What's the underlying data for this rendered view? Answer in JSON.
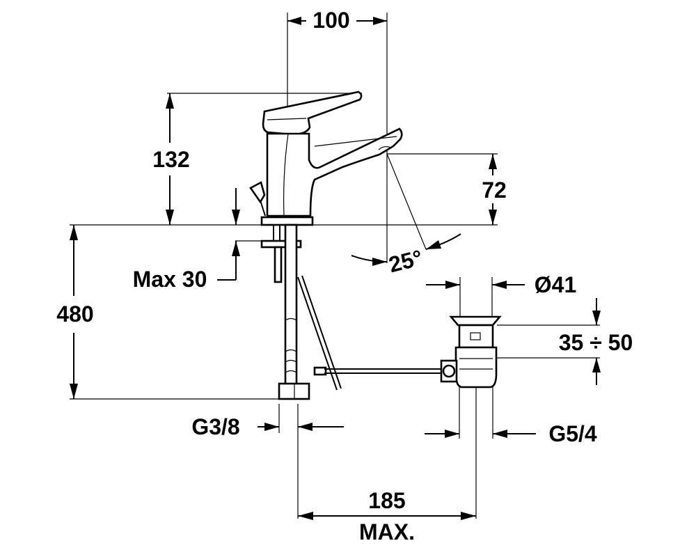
{
  "dimensions": {
    "width_top": "100",
    "lever_height": "132",
    "spout_height": "72",
    "spout_angle": "25°",
    "max_thickness": "Max 30",
    "hose_length": "480",
    "waste_diameter": "Ø41",
    "waste_range": "35 ÷ 50",
    "inlet_thread": "G3/8",
    "waste_thread": "G5/4",
    "spacing_value": "185",
    "spacing_qualifier": "MAX."
  },
  "colors": {
    "line": "#000000",
    "background": "#ffffff"
  }
}
